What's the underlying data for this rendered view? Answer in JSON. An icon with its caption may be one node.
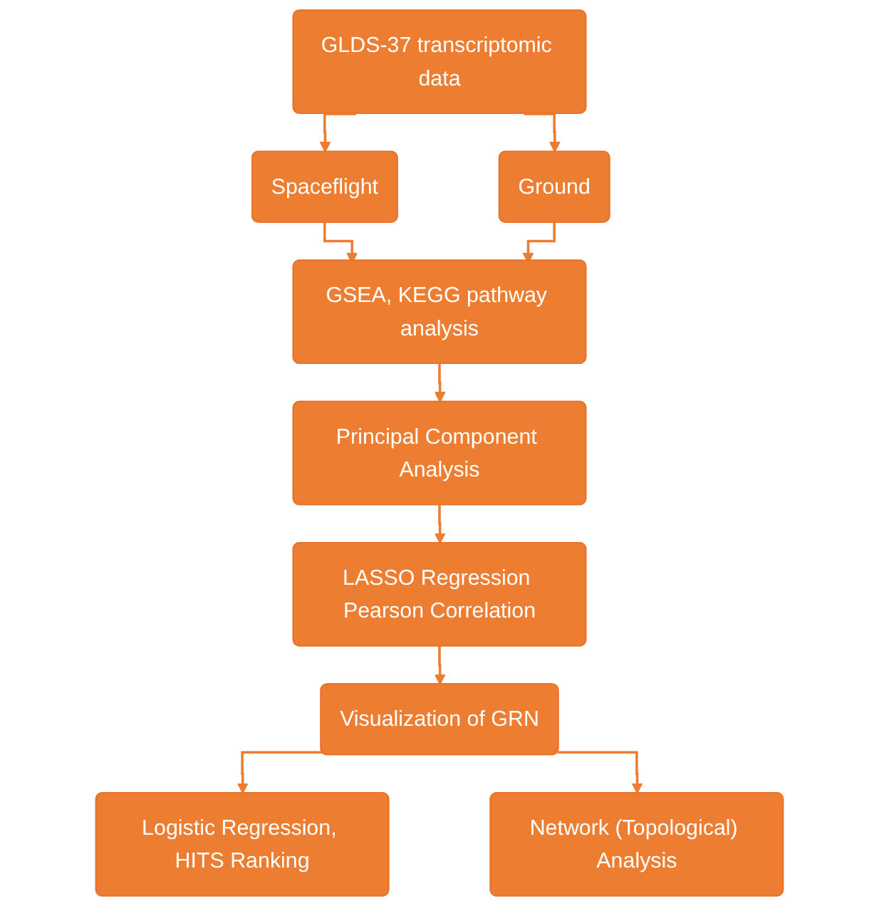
{
  "diagram": {
    "nodes": [
      {
        "text": [
          "GLDS-37 transcriptomic data"
        ]
      },
      {
        "text": [
          "Spaceflight"
        ]
      },
      {
        "text": [
          "Ground"
        ]
      },
      {
        "text": [
          "GSEA, KEGG pathway analysis"
        ]
      },
      {
        "text": [
          "Principal Component Analysis"
        ]
      },
      {
        "text": [
          "LASSO Regression Pearson Correlation"
        ]
      },
      {
        "text": [
          "Visualization of GRN"
        ]
      },
      {
        "text": [
          "Logistic Regression, HITS Ranking"
        ]
      },
      {
        "text": [
          "Network (Topological) Analysis"
        ]
      }
    ],
    "edges": [
      {
        "from": 0,
        "to": 1,
        "arrow": "to"
      },
      {
        "from": 0,
        "to": 2,
        "arrow": "to"
      },
      {
        "from": 1,
        "to": 3,
        "arrow": "to"
      },
      {
        "from": 2,
        "to": 3,
        "arrow": "to"
      },
      {
        "from": 3,
        "to": 4,
        "arrow": "to"
      },
      {
        "from": 4,
        "to": 5,
        "arrow": "to"
      },
      {
        "from": 5,
        "to": 6,
        "arrow": "to"
      },
      {
        "from": 6,
        "to": 7,
        "arrow": "to"
      },
      {
        "from": 6,
        "to": 8,
        "arrow": "to"
      }
    ]
  }
}
